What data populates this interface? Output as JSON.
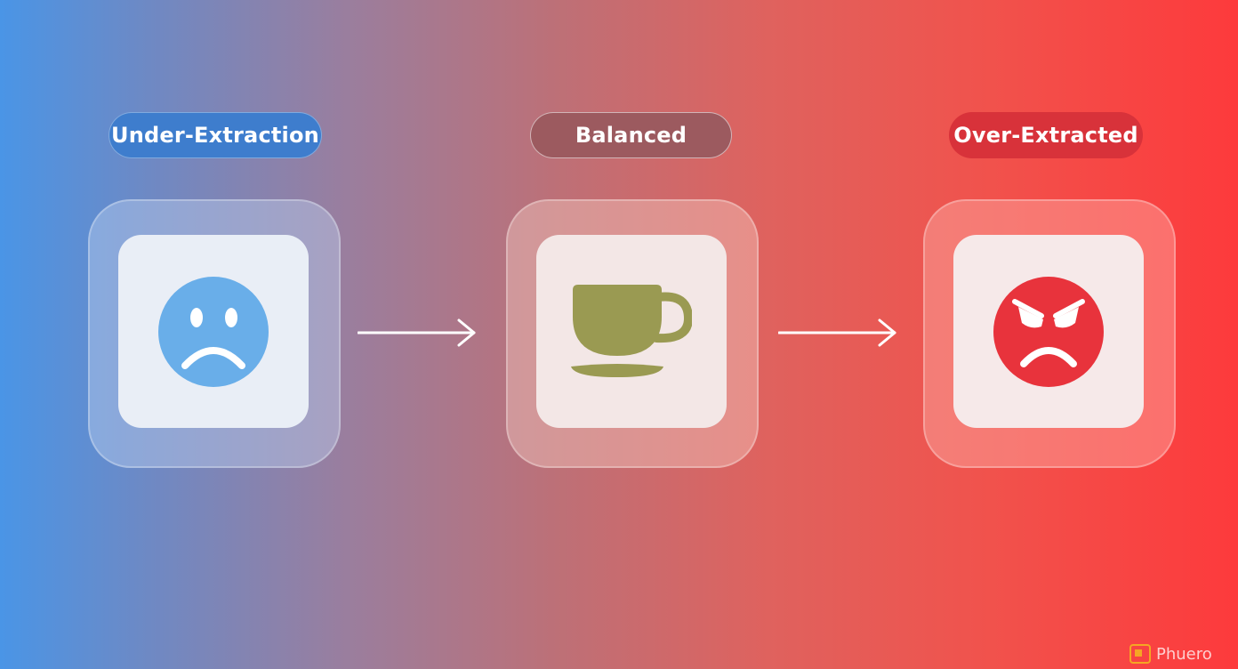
{
  "stages": [
    {
      "label": "Under-Extraction",
      "icon": "sad-face-icon"
    },
    {
      "label": "Balanced",
      "icon": "coffee-cup-icon"
    },
    {
      "label": "Over-Extracted",
      "icon": "angry-face-icon"
    }
  ],
  "watermark": {
    "text": "Phuero"
  },
  "colors": {
    "left": "#4a95e6",
    "right": "#fd3a3c",
    "sad_face": "#69aee9",
    "cup": "#9a9a52",
    "angry_face": "#e8333c"
  }
}
